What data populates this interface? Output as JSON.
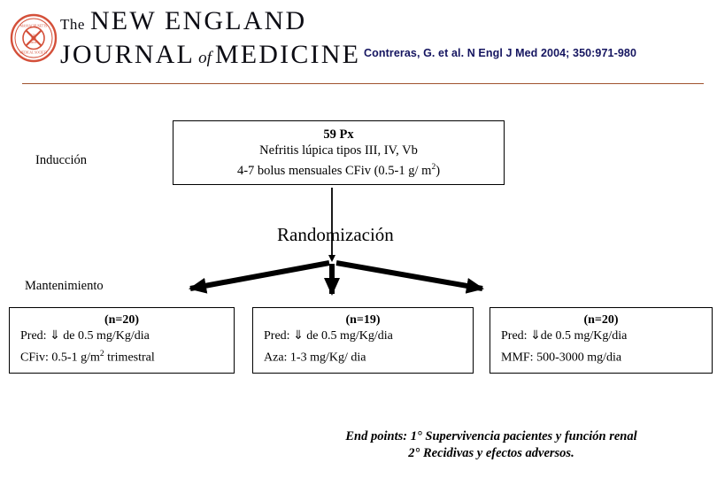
{
  "masthead": {
    "logo_the": "The",
    "logo_line1": "NEW ENGLAND",
    "logo_line2_a": "JOURNAL",
    "logo_line2_of": "of",
    "logo_line2_b": "MEDICINE",
    "seal_color": "#d4503a",
    "citation": "Contreras, G. et al. N Engl J Med 2004; 350:971-980",
    "citation_color": "#151560",
    "divider_color": "#a0522d"
  },
  "phases": {
    "induction_label": "Inducción",
    "maintenance_label": "Mantenimiento",
    "randomization_label": "Randomización"
  },
  "induction_box": {
    "header": "59 Px",
    "line1": "Nefritis lúpica tipos III, IV, Vb",
    "line2_pre": "4-7 bolus mensuales CFiv (0.5-1 g/ m",
    "line2_sup": "2",
    "line2_post": ")"
  },
  "arms": [
    {
      "header": "(n=20)",
      "line1_pre": "Pred: ",
      "line1_arrow": "⇓",
      "line1_post": " de 0.5 mg/Kg/dia",
      "line2_pre": "CFiv: 0.5-1 g/m",
      "line2_sup": "2",
      "line2_post": " trimestral"
    },
    {
      "header": "(n=19)",
      "line1_pre": "Pred: ",
      "line1_arrow": "⇓",
      "line1_post": " de 0.5 mg/Kg/dia",
      "line2_pre": "Aza: 1-3 mg/Kg/ dia",
      "line2_sup": "",
      "line2_post": ""
    },
    {
      "header": "(n=20)",
      "line1_pre": "Pred: ",
      "line1_arrow": "⇓",
      "line1_post": "de 0.5 mg/Kg/dia",
      "line2_pre": "MMF: 500-3000 mg/dia",
      "line2_sup": "",
      "line2_post": ""
    }
  ],
  "endpoints": {
    "line1": "End points: 1° Supervivencia pacientes y función renal",
    "line2": "2° Recidivas y efectos adversos."
  }
}
